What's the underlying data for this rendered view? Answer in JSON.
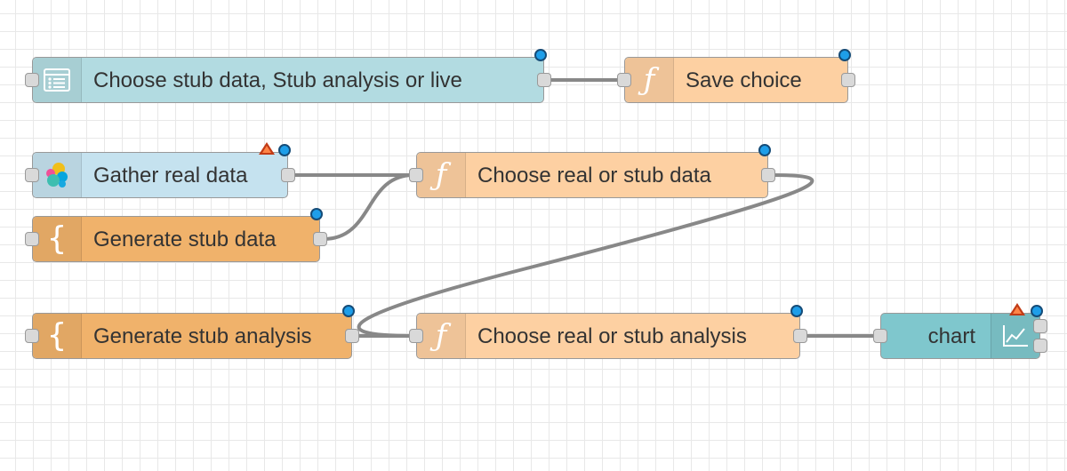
{
  "flow": {
    "nodes": [
      {
        "id": "n1",
        "name": "choose-stub-node",
        "label": "Choose stub data, Stub analysis or live",
        "type": "ui-dropdown",
        "color": "#b2dbe1",
        "icon": "list-form-icon",
        "ports": {
          "in": true,
          "out": 1
        },
        "status_dot": true,
        "warning": false
      },
      {
        "id": "n2",
        "name": "save-choice-node",
        "label": "Save choice",
        "type": "function",
        "color": "#fdd0a2",
        "icon": "function-icon",
        "ports": {
          "in": true,
          "out": 1
        },
        "status_dot": true,
        "warning": false
      },
      {
        "id": "n3",
        "name": "gather-real-data-node",
        "label": "Gather real data",
        "type": "elasticsearch",
        "color": "#c5e2ef",
        "icon": "elastic-logo-icon",
        "ports": {
          "in": true,
          "out": 1
        },
        "status_dot": true,
        "warning": true
      },
      {
        "id": "n4",
        "name": "choose-real-or-stub-data-node",
        "label": "Choose real or stub data",
        "type": "function",
        "color": "#fdd0a2",
        "icon": "function-icon",
        "ports": {
          "in": true,
          "out": 1
        },
        "status_dot": true,
        "warning": false
      },
      {
        "id": "n5",
        "name": "generate-stub-data-node",
        "label": "Generate stub data",
        "type": "template",
        "color": "#f0b26b",
        "icon": "brace-icon",
        "ports": {
          "in": true,
          "out": 1
        },
        "status_dot": true,
        "warning": false
      },
      {
        "id": "n6",
        "name": "generate-stub-analysis-node",
        "label": "Generate stub analysis",
        "type": "template",
        "color": "#f0b26b",
        "icon": "brace-icon",
        "ports": {
          "in": true,
          "out": 1
        },
        "status_dot": true,
        "warning": false
      },
      {
        "id": "n7",
        "name": "choose-real-or-stub-analysis-node",
        "label": "Choose real or stub analysis",
        "type": "function",
        "color": "#fdd0a2",
        "icon": "function-icon",
        "ports": {
          "in": true,
          "out": 1
        },
        "status_dot": true,
        "warning": false
      },
      {
        "id": "n8",
        "name": "chart-node",
        "label": "chart",
        "type": "ui-chart",
        "color": "#7fc7cd",
        "icon": "chart-icon",
        "ports": {
          "in": true,
          "out": 2
        },
        "status_dot": true,
        "warning": true
      }
    ],
    "wires": [
      {
        "from": "n1",
        "to": "n2"
      },
      {
        "from": "n3",
        "to": "n4"
      },
      {
        "from": "n5",
        "to": "n4"
      },
      {
        "from": "n4",
        "to": "n7"
      },
      {
        "from": "n6",
        "to": "n7"
      },
      {
        "from": "n7",
        "to": "n8"
      }
    ],
    "colors": {
      "wire": "#888888",
      "grid": "#e8e8e8",
      "status_dot": "#1e9ee9",
      "warning": "#c23b16"
    }
  }
}
